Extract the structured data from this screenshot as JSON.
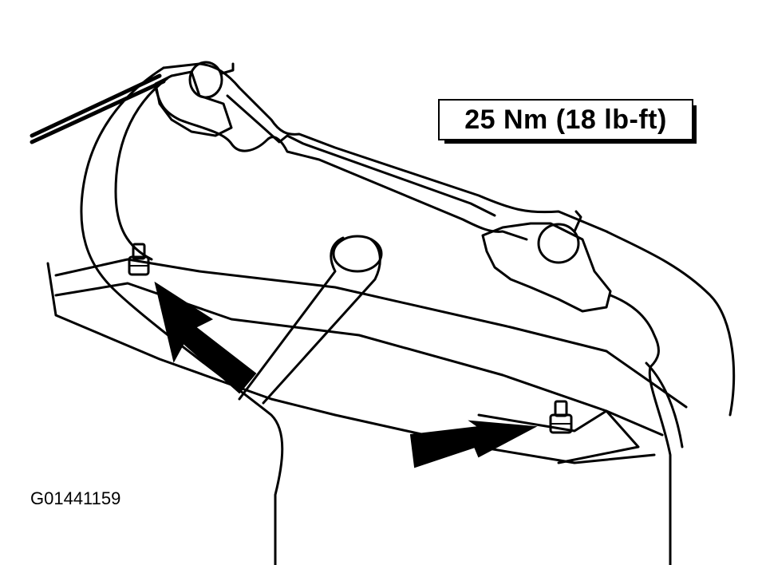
{
  "torque_spec": "25 Nm (18 lb-ft)",
  "figure_id": "G01441159",
  "colors": {
    "line": "#000000",
    "background": "#ffffff"
  },
  "callouts": [
    {
      "target": "left-bolt"
    },
    {
      "target": "right-bolt"
    }
  ]
}
